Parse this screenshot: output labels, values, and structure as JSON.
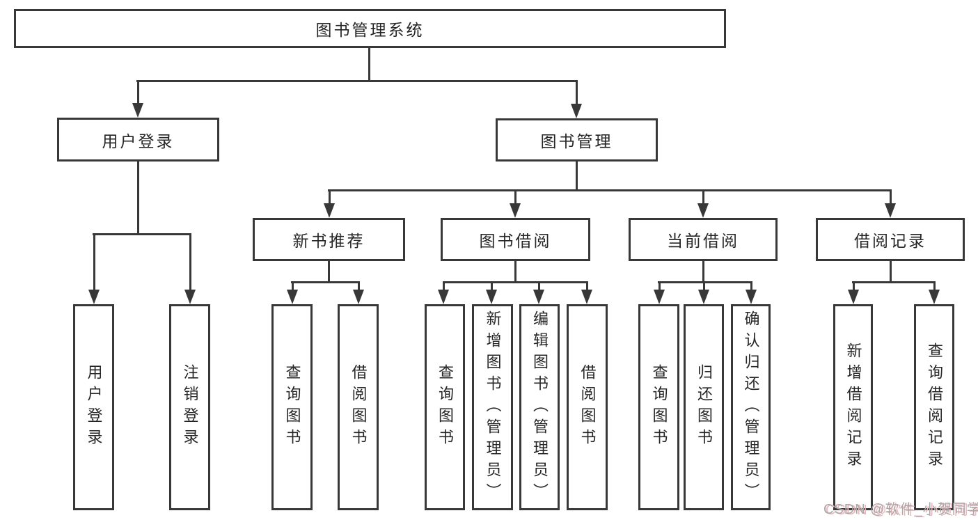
{
  "diagram_type": "hierarchy-tree",
  "nodes": {
    "root": "图书管理系统",
    "user_login": "用户登录",
    "book_mgmt": "图书管理",
    "new_book_rec": "新书推荐",
    "book_borrow": "图书借阅",
    "current_borrow": "当前借阅",
    "borrow_records": "借阅记录",
    "leaves": [
      "用户登录",
      "注销登录",
      "查询图书",
      "借阅图书",
      "查询图书",
      "新增图书（管理员）",
      "编辑图书（管理员）",
      "借阅图书",
      "查询图书",
      "归还图书",
      "确认归还（管理员）",
      "新增借阅记录",
      "查询借阅记录"
    ]
  },
  "watermark": "CSDN @软件_小贺同学",
  "colors": {
    "line": "#383838",
    "text": "#262626",
    "background": "#ffffff",
    "watermark_text": "#a9a9a9",
    "watermark_accent": "#f0b3ba"
  }
}
